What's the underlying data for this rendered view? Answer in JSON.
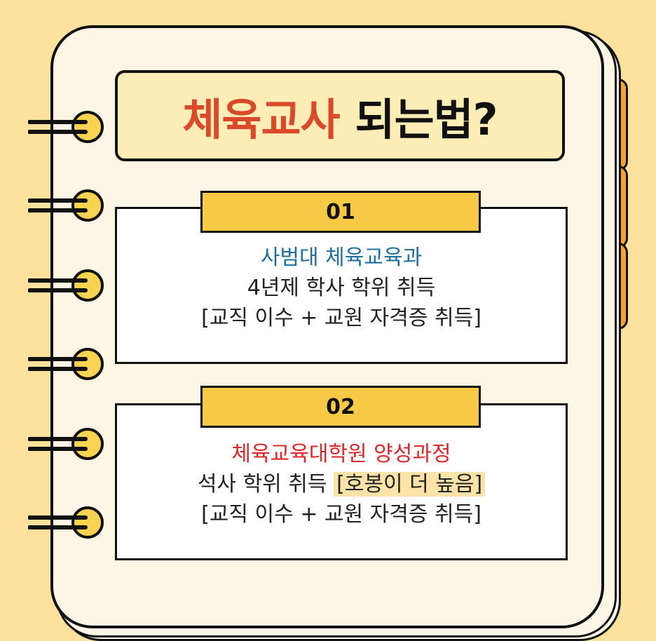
{
  "title": {
    "accent": "체육교사",
    "rest": "되는법?"
  },
  "colors": {
    "background": "#fde19c",
    "accent_orange": "#d9492a",
    "blue": "#1f6fa3",
    "red": "#e0262a",
    "tab_yellow": "#f7c944"
  },
  "steps": [
    {
      "number": "01",
      "heading": "사범대 체육교육과",
      "line1": "4년제 학사 학위 취득",
      "line2": "[교직 이수 + 교원 자격증 취득]"
    },
    {
      "number": "02",
      "heading": "체육교육대학원 양성과정",
      "line1": "석사 학위 취득",
      "line1_highlight": "[호봉이 더 높음]",
      "line2": "[교직 이수 + 교원 자격증 취득]"
    }
  ]
}
